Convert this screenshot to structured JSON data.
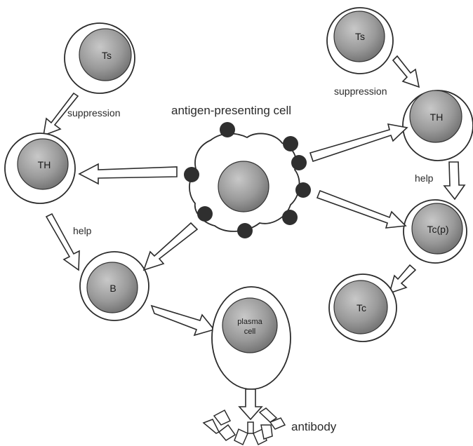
{
  "labels": {
    "apc": "antigen-presenting cell",
    "suppression_left": "suppression",
    "suppression_right": "suppression",
    "help_left": "help",
    "help_right": "help",
    "antibody": "antibody"
  },
  "cells": {
    "ts_left": "Ts",
    "th_left": "TH",
    "b_cell": "B",
    "plasma_line1": "plasma",
    "plasma_line2": "cell",
    "ts_right": "Ts",
    "th_right": "TH",
    "tc_precursor": "Tc(p)",
    "tc": "Tc"
  },
  "colors": {
    "nucleus": "#9a9a9a",
    "outline": "#2b2b2b",
    "antigen_dot": "#2f2f2f"
  }
}
